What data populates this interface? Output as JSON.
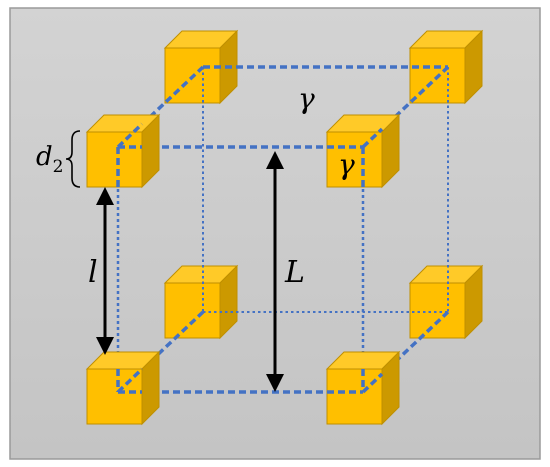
{
  "labels": {
    "gamma_outer": "γ",
    "gamma_inner": "γ",
    "big_l": "L",
    "small_l": "l",
    "d_base": "d",
    "d_subscript": "2"
  },
  "colors": {
    "background": "#cbcbcb",
    "background_edge": "#bdbdbd",
    "border": "#9a9a9a",
    "cube_front": "#ffbf00",
    "cube_top": "#ffca28",
    "cube_side": "#cc9900",
    "cube_outline": "#bf8f00",
    "frame_line": "#4472c4",
    "arrow": "#000000"
  },
  "icons": [
    "cube-icon",
    "double-arrow-icon",
    "curly-brace-icon"
  ]
}
